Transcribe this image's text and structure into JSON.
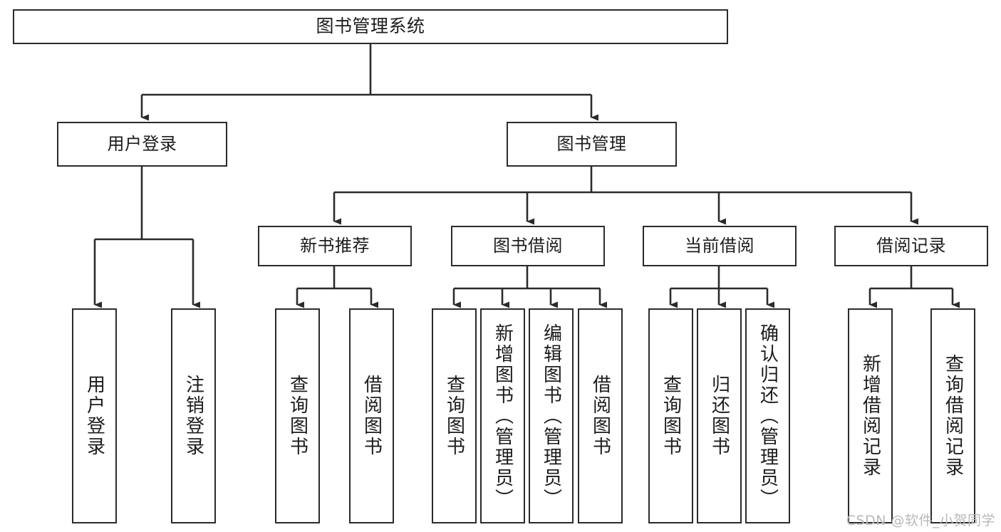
{
  "diagram": {
    "title": "图书管理系统",
    "type": "tree-hierarchy",
    "stroke_color": "#2b2b2b",
    "fill_color": "#ffffff",
    "background_color": "#ffffff",
    "watermark": "CSDN @软件_小贺同学"
  },
  "nodes": {
    "root": {
      "label": "图书管理系统"
    },
    "tier2": [
      {
        "label": "用户登录"
      },
      {
        "label": "图书管理"
      }
    ],
    "tier3": [
      {
        "label": "新书推荐"
      },
      {
        "label": "图书借阅"
      },
      {
        "label": "当前借阅"
      },
      {
        "label": "借阅记录"
      }
    ],
    "leaves_user_login": [
      {
        "label": "用户登录"
      },
      {
        "label": "注销登录"
      }
    ],
    "leaves_new_book": [
      {
        "label": "查询图书"
      },
      {
        "label": "借阅图书"
      }
    ],
    "leaves_borrow": [
      {
        "label": "查询图书"
      },
      {
        "label": "新增图书（管理员）"
      },
      {
        "label": "编辑图书（管理员）"
      },
      {
        "label": "借阅图书"
      }
    ],
    "leaves_current": [
      {
        "label": "查询图书"
      },
      {
        "label": "归还图书"
      },
      {
        "label": "确认归还（管理员）"
      }
    ],
    "leaves_record": [
      {
        "label": "新增借阅记录"
      },
      {
        "label": "查询借阅记录"
      }
    ]
  }
}
